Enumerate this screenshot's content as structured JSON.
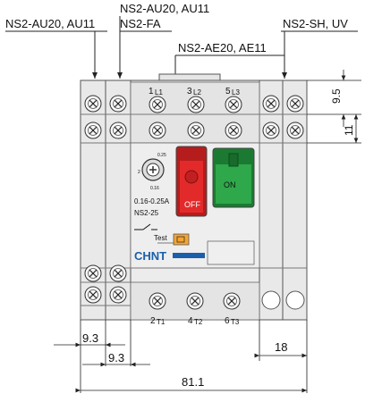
{
  "callouts": {
    "left": "NS2-AU20, AU11",
    "top_line1": "NS2-AU20, AU11",
    "top_line2": "NS2-FA",
    "middle": "NS2-AE20, AE11",
    "right": "NS2-SH, UV"
  },
  "terminals": {
    "top": [
      "1",
      "L1",
      "3",
      "L2",
      "5",
      "L3"
    ],
    "bottom": [
      "2",
      "T1",
      "4",
      "T2",
      "6",
      "T3"
    ]
  },
  "device": {
    "dial_top": "0.25",
    "dial_bottom": "0.16",
    "dial_left": "2",
    "range": "0.16-0.25A",
    "model": "NS2-25",
    "test_label": "Test",
    "off_label": "OFF",
    "on_label": "ON",
    "brand": "CHNT"
  },
  "dimensions": {
    "right_top": "9.5",
    "right_mid": "11",
    "bottom_left_1": "9.3",
    "bottom_left_2": "9.3",
    "bottom_right": "18",
    "overall": "81.1"
  }
}
